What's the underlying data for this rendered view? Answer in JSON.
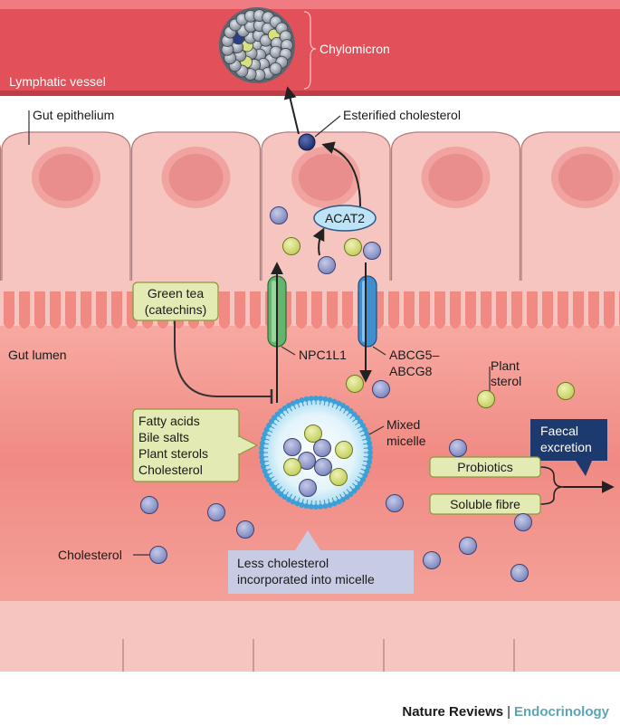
{
  "labels": {
    "lymphatic_vessel": "Lymphatic vessel",
    "chylomicron": "Chylomicron",
    "gut_epithelium": "Gut epithelium",
    "esterified_cholesterol": "Esterified cholesterol",
    "acat2": "ACAT2",
    "green_tea_line1": "Green tea",
    "green_tea_line2": "(catechins)",
    "gut_lumen": "Gut lumen",
    "npc1l1": "NPC1L1",
    "abcg_line1": "ABCG5–",
    "abcg_line2": "ABCG8",
    "plant_sterol_line1": "Plant",
    "plant_sterol_line2": "sterol",
    "mixed_micelle_line1": "Mixed",
    "mixed_micelle_line2": "micelle",
    "faecal_line1": "Faecal",
    "faecal_line2": "excretion",
    "probiotics": "Probiotics",
    "soluble_fibre": "Soluble fibre",
    "cholesterol": "Cholesterol",
    "less_chol_line1": "Less cholesterol",
    "less_chol_line2": "incorporated into micelle"
  },
  "micelle_components": [
    "Fatty acids",
    "Bile salts",
    "Plant sterols",
    "Cholesterol"
  ],
  "credit": {
    "journal": "Nature Reviews",
    "separator": "|",
    "section": "Endocrinology"
  },
  "colors": {
    "vessel": "#e2505a",
    "epithelium": "#f7c5c0",
    "lumen": "#f18d85",
    "cholesterol": "#8f98cb",
    "plant_sterol": "#d8e27d",
    "esterified": "#2a3f86",
    "npc1l1": "#62b56d",
    "abcg": "#3f8fd0",
    "label_box": "#e4eab3",
    "callout": "#c7cbe4",
    "faecal_box": "#1d3a6e"
  }
}
